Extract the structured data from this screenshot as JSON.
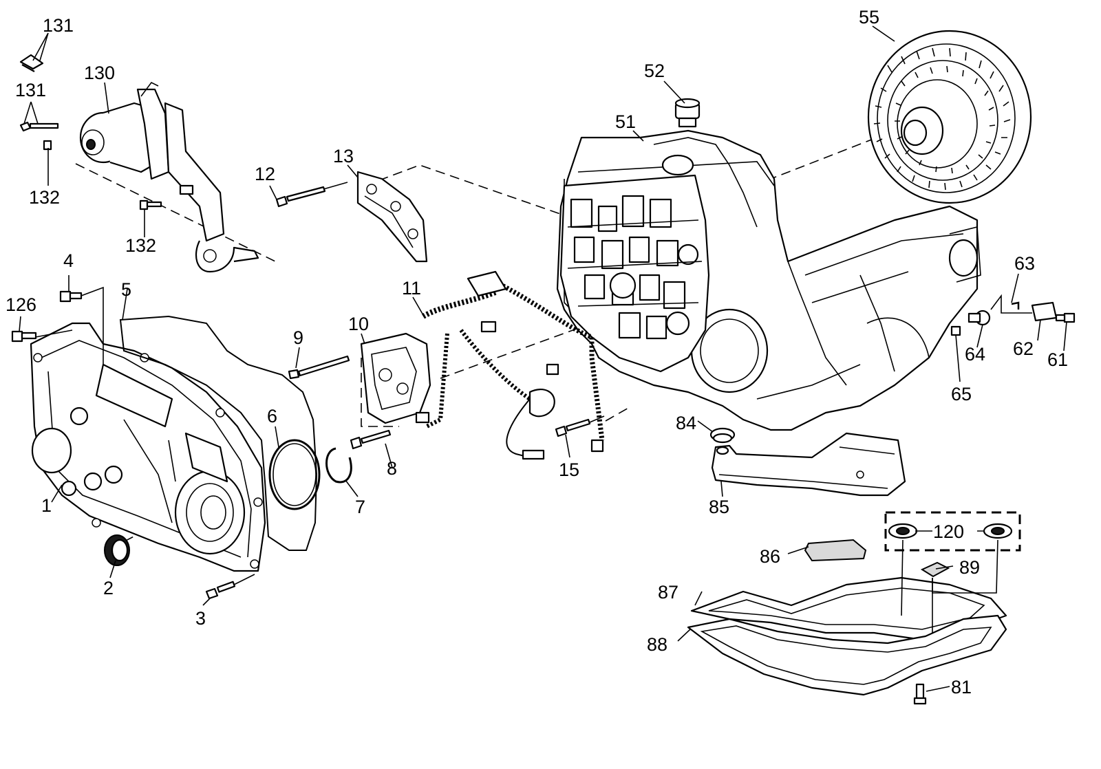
{
  "callouts": [
    {
      "id": "1",
      "label": "1"
    },
    {
      "id": "2",
      "label": "2"
    },
    {
      "id": "3",
      "label": "3"
    },
    {
      "id": "4",
      "label": "4"
    },
    {
      "id": "5",
      "label": "5"
    },
    {
      "id": "6",
      "label": "6"
    },
    {
      "id": "7",
      "label": "7"
    },
    {
      "id": "8",
      "label": "8"
    },
    {
      "id": "9",
      "label": "9"
    },
    {
      "id": "10",
      "label": "10"
    },
    {
      "id": "11",
      "label": "11"
    },
    {
      "id": "12",
      "label": "12"
    },
    {
      "id": "13",
      "label": "13"
    },
    {
      "id": "15",
      "label": "15"
    },
    {
      "id": "51",
      "label": "51"
    },
    {
      "id": "52",
      "label": "52"
    },
    {
      "id": "55",
      "label": "55"
    },
    {
      "id": "61",
      "label": "61"
    },
    {
      "id": "62",
      "label": "62"
    },
    {
      "id": "63",
      "label": "63"
    },
    {
      "id": "64",
      "label": "64"
    },
    {
      "id": "65",
      "label": "65"
    },
    {
      "id": "81",
      "label": "81"
    },
    {
      "id": "84",
      "label": "84"
    },
    {
      "id": "85",
      "label": "85"
    },
    {
      "id": "86",
      "label": "86"
    },
    {
      "id": "87",
      "label": "87"
    },
    {
      "id": "88",
      "label": "88"
    },
    {
      "id": "89",
      "label": "89"
    },
    {
      "id": "120",
      "label": "120"
    },
    {
      "id": "126",
      "label": "126"
    },
    {
      "id": "130",
      "label": "130"
    },
    {
      "id": "131a",
      "label": "131"
    },
    {
      "id": "131b",
      "label": "131"
    },
    {
      "id": "132a",
      "label": "132"
    },
    {
      "id": "132b",
      "label": "132"
    }
  ]
}
